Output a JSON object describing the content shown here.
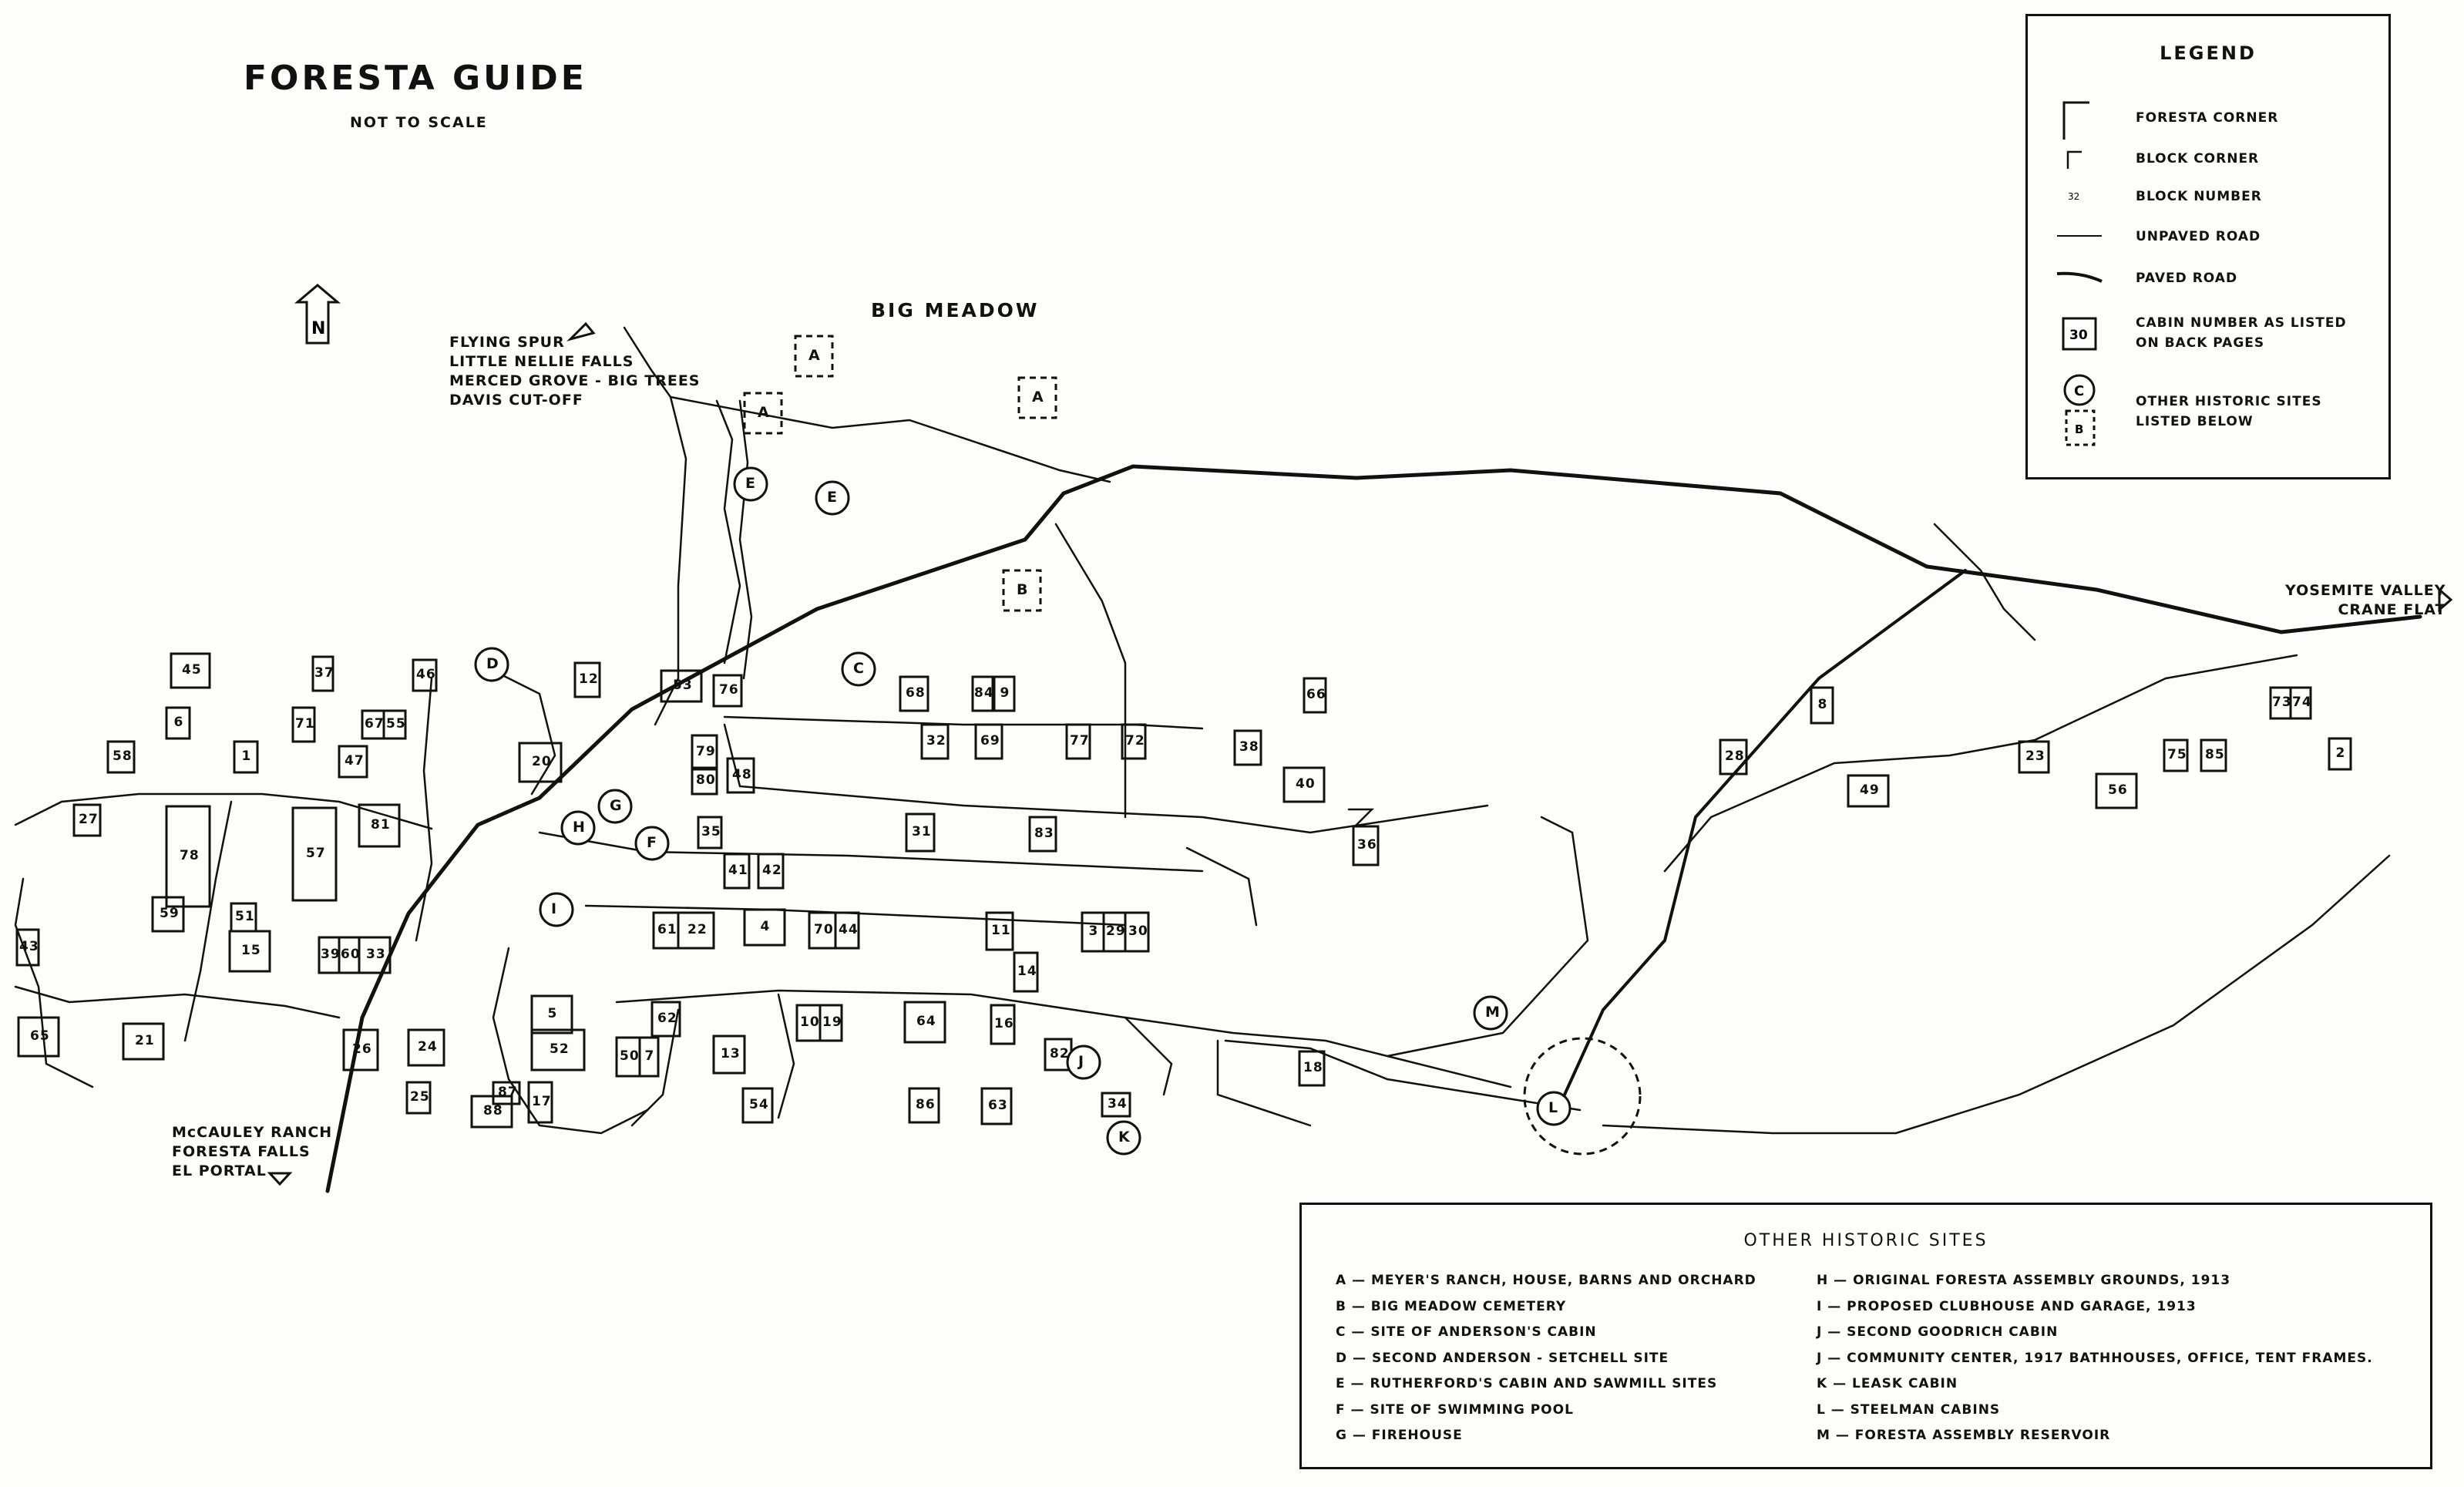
{
  "map": {
    "title": "FORESTA GUIDE",
    "subtitle": "NOT TO SCALE",
    "north_label": "N",
    "area_label": "BIG MEADOW"
  },
  "destinations": {
    "north": [
      "FLYING SPUR",
      "LITTLE NELLIE FALLS",
      "MERCED GROVE - BIG TREES",
      "DAVIS CUT-OFF"
    ],
    "east": [
      "YOSEMITE VALLEY",
      "CRANE FLAT"
    ],
    "southwest": [
      "McCAULEY RANCH",
      "FORESTA FALLS",
      "EL PORTAL"
    ]
  },
  "legend": {
    "title": "LEGEND",
    "items": [
      {
        "symbol": "foresta-corner",
        "label": "FORESTA CORNER"
      },
      {
        "symbol": "block-corner",
        "label": "BLOCK CORNER"
      },
      {
        "symbol": "block-number",
        "sample": "32",
        "label": "BLOCK NUMBER"
      },
      {
        "symbol": "unpaved-road",
        "label": "UNPAVED ROAD"
      },
      {
        "symbol": "paved-road",
        "label": "PAVED ROAD"
      },
      {
        "symbol": "cabin-box",
        "sample": "30",
        "label": "CABIN NUMBER AS LISTED",
        "label2": "ON BACK PAGES"
      },
      {
        "symbol": "site-circle",
        "sample": "C",
        "sample2": "B",
        "label": "OTHER HISTORIC SITES",
        "label2": "LISTED BELOW"
      }
    ]
  },
  "historic_sites": {
    "title": "OTHER HISTORIC SITES",
    "left": [
      "A — MEYER'S RANCH, HOUSE, BARNS AND ORCHARD",
      "B — BIG MEADOW CEMETERY",
      "C — SITE OF ANDERSON'S CABIN",
      "D — SECOND ANDERSON - SETCHELL SITE",
      "E — RUTHERFORD'S CABIN AND SAWMILL SITES",
      "F — SITE OF SWIMMING POOL",
      "G — FIREHOUSE"
    ],
    "right": [
      "H — ORIGINAL FORESTA ASSEMBLY GROUNDS, 1913",
      "I — PROPOSED CLUBHOUSE AND GARAGE, 1913",
      "J — SECOND GOODRICH CABIN",
      "J — COMMUNITY CENTER, 1917 BATHHOUSES, OFFICE, TENT FRAMES.",
      "K — LEASK CABIN",
      "L — STEELMAN CABINS",
      "M — FORESTA ASSEMBLY RESERVOIR"
    ]
  },
  "cabins": [
    "45",
    "37",
    "46",
    "12",
    "53",
    "76",
    "68",
    "84",
    "9",
    "66",
    "6",
    "71",
    "67",
    "55",
    "58",
    "1",
    "47",
    "20",
    "79",
    "80",
    "48",
    "32",
    "69",
    "77",
    "72",
    "38",
    "40",
    "8",
    "28",
    "49",
    "23",
    "56",
    "75",
    "85",
    "73",
    "74",
    "2",
    "27",
    "78",
    "57",
    "81",
    "35",
    "31",
    "83",
    "36",
    "41",
    "42",
    "59",
    "51",
    "15",
    "39",
    "60",
    "33",
    "61",
    "22",
    "4",
    "70",
    "44",
    "3",
    "29",
    "30",
    "11",
    "14",
    "43",
    "65",
    "21",
    "5",
    "52",
    "62",
    "50",
    "7",
    "13",
    "10",
    "19",
    "64",
    "16",
    "82",
    "26",
    "24",
    "18",
    "25",
    "87",
    "88",
    "17",
    "54",
    "86",
    "63",
    "34"
  ],
  "sites_on_map": [
    "A",
    "A",
    "A",
    "B",
    "C",
    "D",
    "E",
    "E",
    "F",
    "G",
    "H",
    "I",
    "J",
    "K",
    "L",
    "M"
  ]
}
